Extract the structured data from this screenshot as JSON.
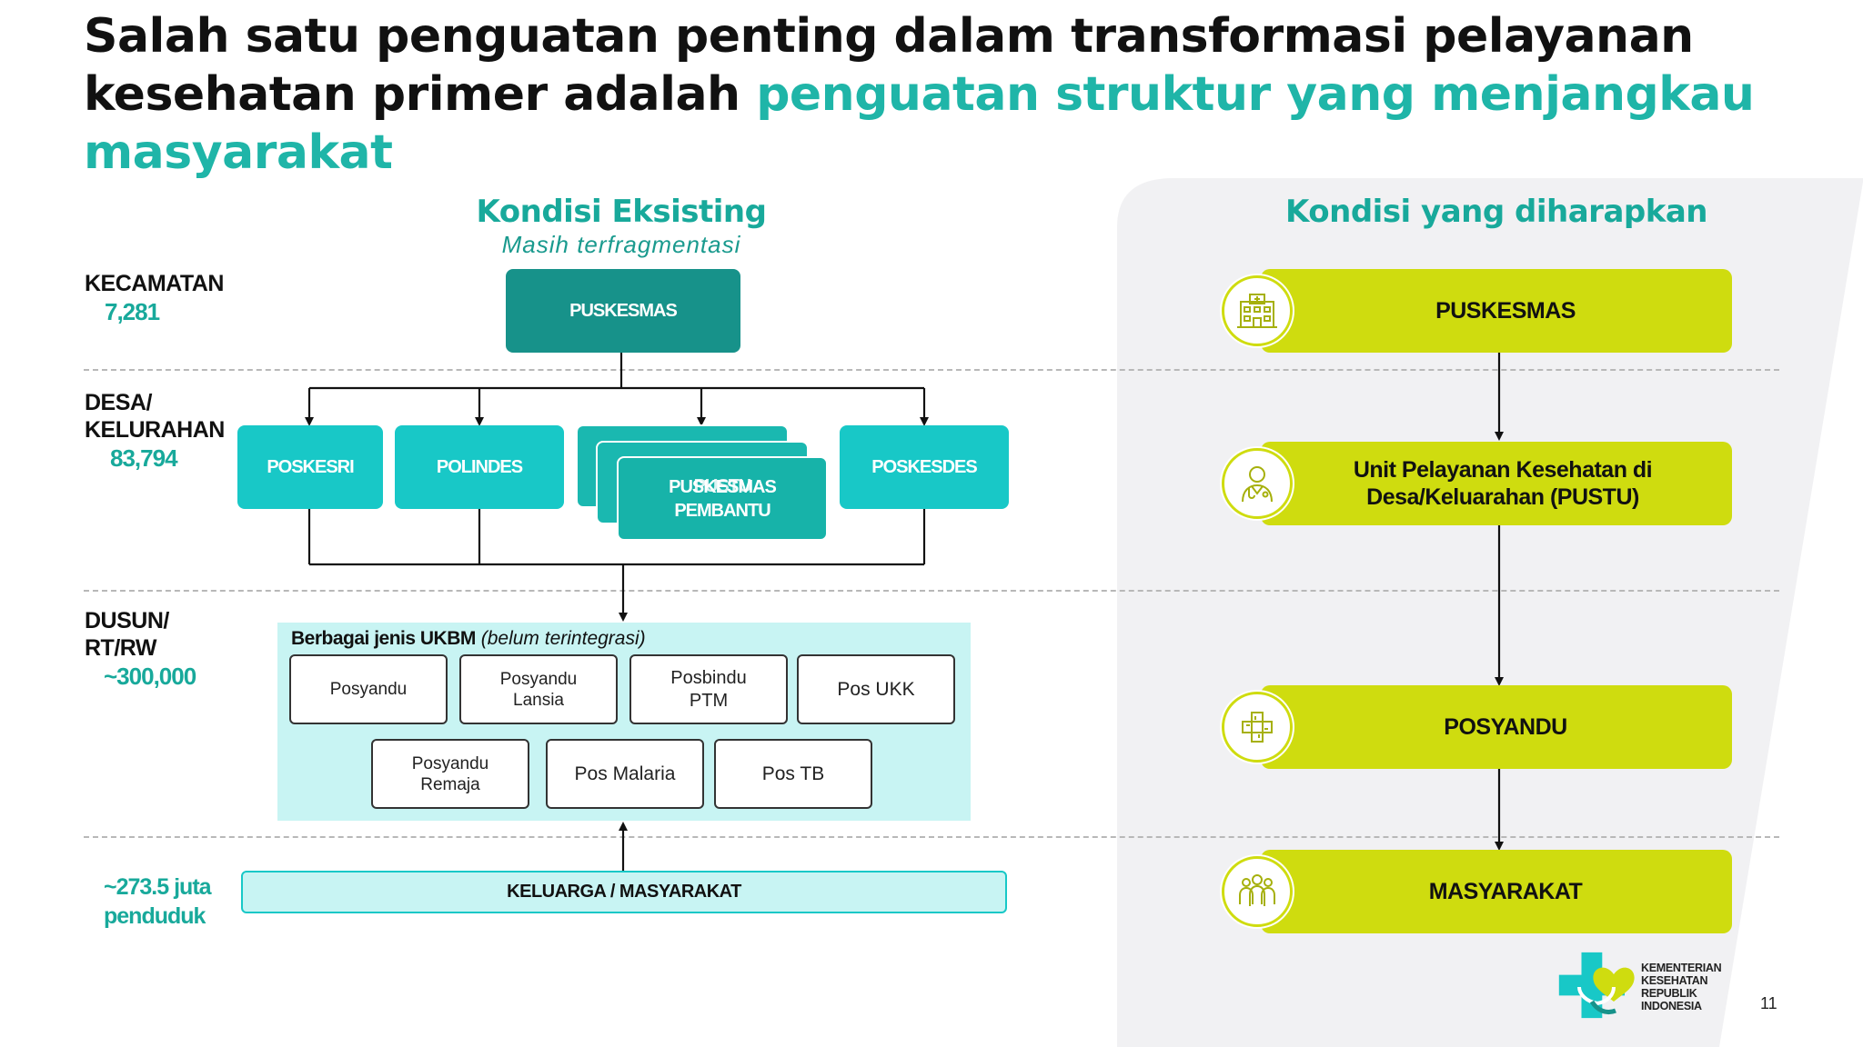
{
  "title": {
    "plain": "Salah satu penguatan penting dalam transformasi pelayanan kesehatan primer adalah ",
    "accent": "penguatan struktur yang menjangkau masyarakat"
  },
  "existing": {
    "heading": "Kondisi Eksisting",
    "subheading": "Masih terfragmentasi",
    "puskesmas": "PUSKESMAS",
    "poskesri": "POSKESRI",
    "polindes": "POLINDES",
    "pustu_line1": "PUSKESMAS",
    "pustu_line2": "PEMBANTU",
    "pustu_overlap": "PUSTU",
    "poskesdes": "POSKESDES",
    "ukbm_title_bold": "Berbagai jenis UKBM",
    "ukbm_title_italic": "(belum terintegrasi)",
    "ukbm_items": [
      "Posyandu",
      "Posyandu Lansia",
      "Posbindu PTM",
      "Pos UKK",
      "Posyandu Remaja",
      "Pos Malaria",
      "Pos TB"
    ],
    "keluarga": "KELUARGA  / MASYARAKAT"
  },
  "levels": {
    "kecamatan": {
      "label": "KECAMATAN",
      "count": "7,281"
    },
    "desa": {
      "label_line1": "DESA/",
      "label_line2": "KELURAHAN",
      "count": "83,794"
    },
    "dusun": {
      "label_line1": "DUSUN/",
      "label_line2": "RT/RW",
      "count": "~300,000"
    },
    "penduduk": {
      "line1": "~273.5 juta",
      "line2": "penduduk"
    }
  },
  "expected": {
    "heading": "Kondisi yang diharapkan",
    "boxes": [
      {
        "label": "PUSKESMAS",
        "icon": "hospital-icon"
      },
      {
        "label": "Unit Pelayanan Kesehatan di Desa/Keluarahan (PUSTU)",
        "icon": "doctor-icon"
      },
      {
        "label": "POSYANDU",
        "icon": "hands-icon"
      },
      {
        "label": "MASYARAKAT",
        "icon": "people-icon"
      }
    ]
  },
  "logo": {
    "lines": [
      "KEMENTERIAN",
      "KESEHATAN",
      "REPUBLIK",
      "INDONESIA"
    ]
  },
  "page_number": "11",
  "colors": {
    "teal_dark": "#17928a",
    "teal": "#18c8c7",
    "teal_text": "#18a99b",
    "lime": "#cfdc0f",
    "panel_grey": "#f1f1f3",
    "ukbm_bg": "#c8f4f3"
  }
}
